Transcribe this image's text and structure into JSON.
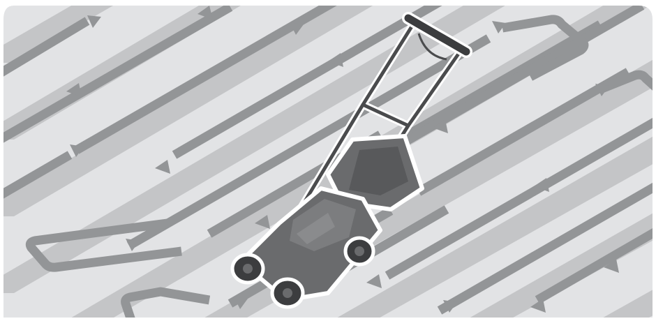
{
  "illustration": {
    "subject": "lawn-mower",
    "pattern": "overlapping-stripes",
    "direction": "alternating",
    "colors": {
      "background": "#ffffff",
      "lawn_light": "#e2e3e5",
      "lawn_dark": "#c4c5c7",
      "path": "#939597",
      "mower_body": "#6a6b6d",
      "mower_dark": "#3c3d3f",
      "outline": "#ffffff"
    }
  }
}
